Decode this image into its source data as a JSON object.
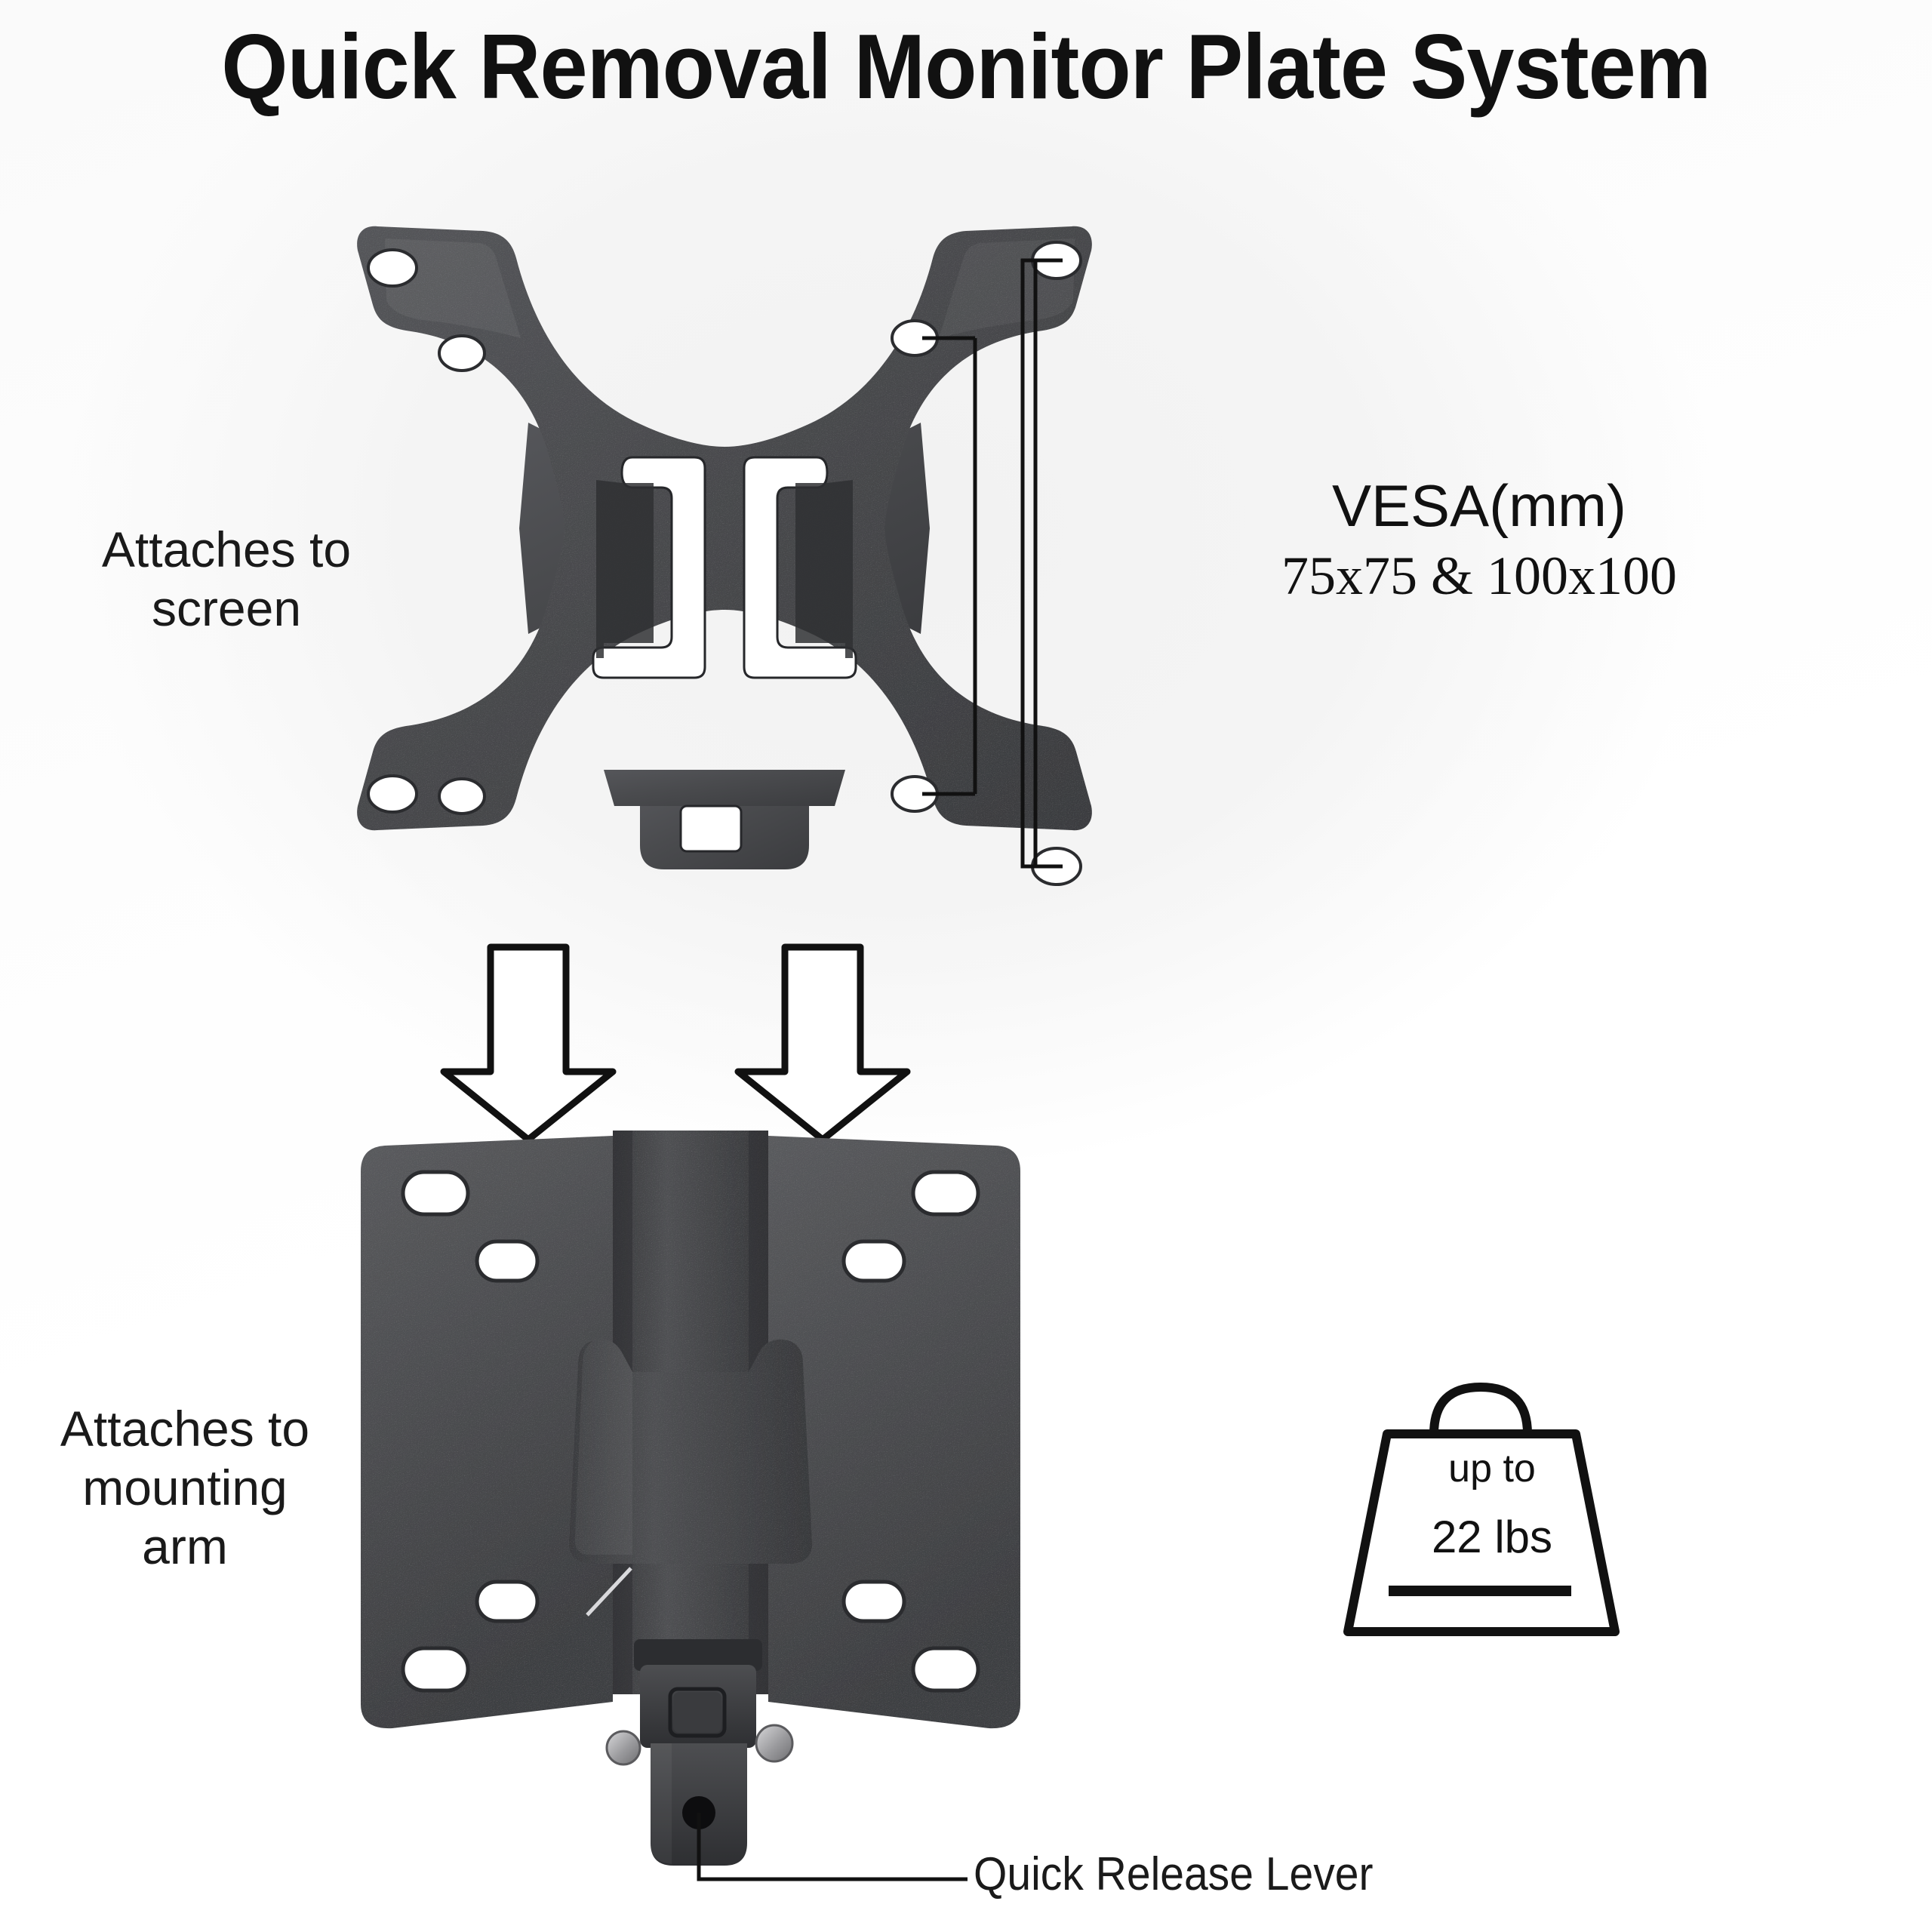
{
  "title": "Quick Removal Monitor Plate System",
  "labels": {
    "attaches_screen": "Attaches to\nscreen",
    "attaches_arm": "Attaches to\nmounting\narm",
    "lever_caption": "Quick Release Lever"
  },
  "vesa": {
    "heading": "VESA(mm)",
    "values": "75x75 & 100x100",
    "patterns": [
      "75x75",
      "100x100"
    ]
  },
  "weight": {
    "prefix": "up to",
    "value": "22 lbs",
    "icon": "weight-block-icon"
  },
  "icons": {
    "arrow_left": "arrow-down-icon",
    "arrow_right": "arrow-down-icon",
    "dimension_outer": "dimension-bracket-icon",
    "dimension_inner": "dimension-bracket-icon",
    "leader_line": "leader-line-icon"
  },
  "colors": {
    "background": "#ffffff",
    "background_wash": "#f2f2f2",
    "metal_dark": "#3f4043",
    "metal_mid": "#4c4d50",
    "metal_light": "#5c5d60",
    "outline": "#111111",
    "text": "#1a1a1a"
  },
  "parts": {
    "top_plate": "vesa-adapter-plate",
    "bottom_plate": "mounting-arm-plate",
    "latch": "quick-release-latch"
  }
}
